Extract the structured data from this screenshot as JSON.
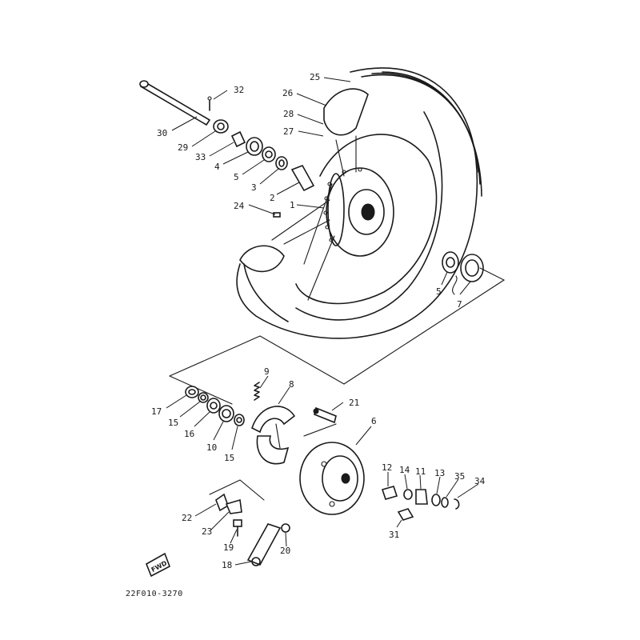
{
  "diagram": {
    "drawing_code": "22F010-3270",
    "direction_marker": "FWD",
    "callouts": {
      "c1": "1",
      "c2": "2",
      "c3": "3",
      "c4": "4",
      "c5a": "5",
      "c5b": "5",
      "c6": "6",
      "c7": "7",
      "c8": "8",
      "c9": "9",
      "c10": "10",
      "c11": "11",
      "c12": "12",
      "c13": "13",
      "c14": "14",
      "c15a": "15",
      "c15b": "15",
      "c16": "16",
      "c17": "17",
      "c18": "18",
      "c19": "19",
      "c20": "20",
      "c21": "21",
      "c22": "22",
      "c23": "23",
      "c24": "24",
      "c25": "25",
      "c26": "26",
      "c27": "27",
      "c28": "28",
      "c29": "29",
      "c30": "30",
      "c31": "31",
      "c32": "32",
      "c33": "33",
      "c34": "34",
      "c35": "35"
    }
  }
}
